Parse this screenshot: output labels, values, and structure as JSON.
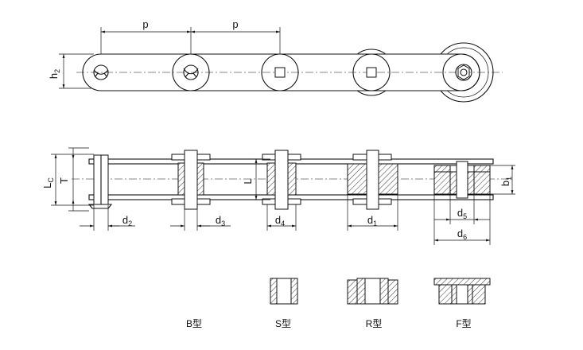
{
  "labels": {
    "p_left": "p",
    "p_right": "p",
    "h2": "h",
    "h2_sub": "2",
    "lc": "L",
    "lc_sub": "C",
    "t": "T",
    "l": "L",
    "b1": "b",
    "b1_sub": "1",
    "d2": "d",
    "d2_sub": "2",
    "d3": "d",
    "d3_sub": "3",
    "d4": "d",
    "d4_sub": "4",
    "d1": "d",
    "d1_sub": "1",
    "d5": "d",
    "d5_sub": "5",
    "d6": "d",
    "d6_sub": "6"
  },
  "captions": {
    "b_type": "B型",
    "s_type": "S型",
    "r_type": "R型",
    "f_type": "F型"
  }
}
